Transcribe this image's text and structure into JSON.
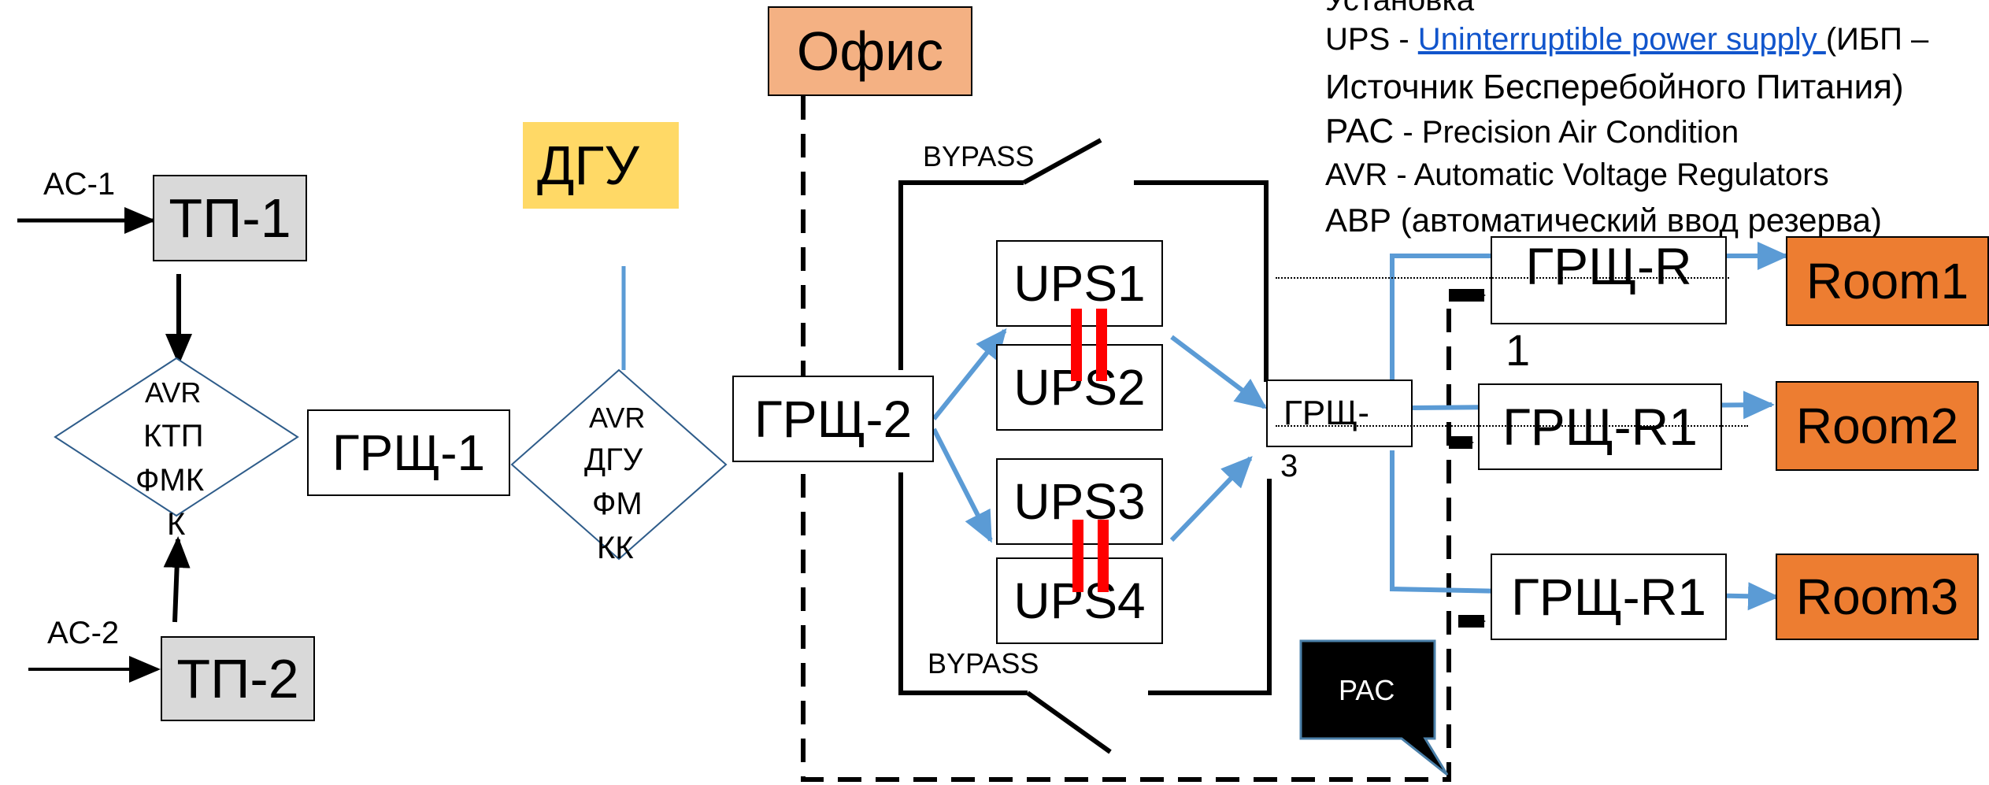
{
  "legend": {
    "line0": "Установка",
    "line1_prefix": "UPS - ",
    "line1_link": "Uninterruptible power supply ",
    "line1_suffix": "(ИБП –",
    "line2": "Источник Бесперебойного Питания)",
    "line3_abbr": "PAC",
    "line3_rest": " - Precision Air Condition",
    "line4": "AVR - Automatic Voltage Regulators",
    "line5": "АВР (автоматический ввод резерва)"
  },
  "nodes": {
    "ac1": "AC-1",
    "ac2": "AC-2",
    "tp1": "ТП-1",
    "tp2": "ТП-2",
    "avr1": {
      "l1": "AVR",
      "l2": "КТП",
      "l3": "ФМК",
      "l4": "К"
    },
    "grsh1": "ГРЩ-1",
    "dgu": "ДГУ",
    "avr2": {
      "l1": "AVR",
      "l2": "ДГУ",
      "l3": "ФМ",
      "l4": "КК"
    },
    "office": "Офис",
    "grsh2": "ГРЩ-2",
    "bypass_top": "BYPASS",
    "bypass_bottom": "BYPASS",
    "ups1": "UPS1",
    "ups2": "UPS2",
    "ups3": "UPS3",
    "ups4": "UPS4",
    "grsh3_a": "ГРЩ-",
    "grsh3_b": "3",
    "grsh_r": "ГРЩ-R",
    "grsh_r_sub": "1",
    "grsh_r1a": "ГРЩ-R1",
    "grsh_r1b": "ГРЩ-R1",
    "room1": "Room1",
    "room2": "Room2",
    "room3": "Room3",
    "pac": "PAC"
  },
  "colors": {
    "blue_line": "#5b9bd5",
    "red_bar": "#ff0000",
    "room_orange": "#ed7d31",
    "office_peach": "#f4b183",
    "dgu_yellow": "#ffd966",
    "tp_gray": "#d9d9d9",
    "link_blue": "#1155cc"
  }
}
